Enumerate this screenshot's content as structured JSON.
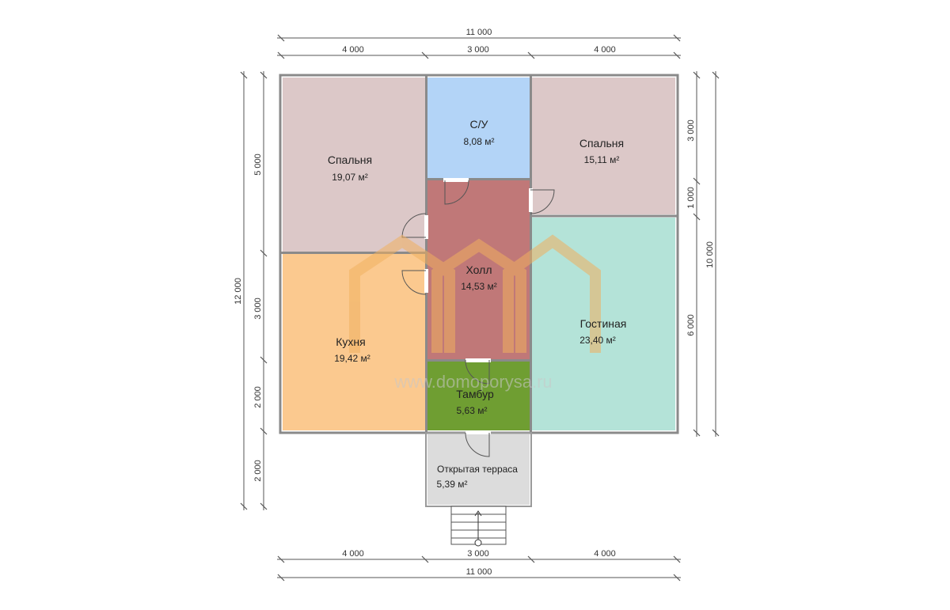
{
  "rooms": {
    "bedroom_left": {
      "name": "Спальня",
      "area": "19,07 м²",
      "color": "#dcc8c8"
    },
    "bathroom": {
      "name": "С/У",
      "area": "8,08 м²",
      "color": "#b3d4f7"
    },
    "bedroom_right": {
      "name": "Спальня",
      "area": "15,11 м²",
      "color": "#dcc8c8"
    },
    "hall": {
      "name": "Холл",
      "area": "14,53 м²",
      "color": "#c07878"
    },
    "kitchen": {
      "name": "Кухня",
      "area": "19,42 м²",
      "color": "#fbc98f"
    },
    "living": {
      "name": "Гостиная",
      "area": "23,40 м²",
      "color": "#b4e3d8"
    },
    "vestibule": {
      "name": "Тамбур",
      "area": "5,63 м²",
      "color": "#6f9e32"
    },
    "terrace": {
      "name": "Открытая терраса",
      "area": "5,39 м²",
      "color": "#dcdcdc"
    }
  },
  "dimensions": {
    "top_total": "11 000",
    "top_segments": [
      "4 000",
      "3 000",
      "4 000"
    ],
    "bottom_total": "11 000",
    "bottom_segments": [
      "4 000",
      "3 000",
      "4 000"
    ],
    "left_total": "12 000",
    "left_segments": [
      "5 000",
      "3 000",
      "2 000",
      "2 000"
    ],
    "right_total": "10 000",
    "right_segments": [
      "3 000",
      "1 000",
      "6 000"
    ]
  },
  "watermark": {
    "url": "www.domoporysa.ru",
    "color": "#f0b060"
  }
}
